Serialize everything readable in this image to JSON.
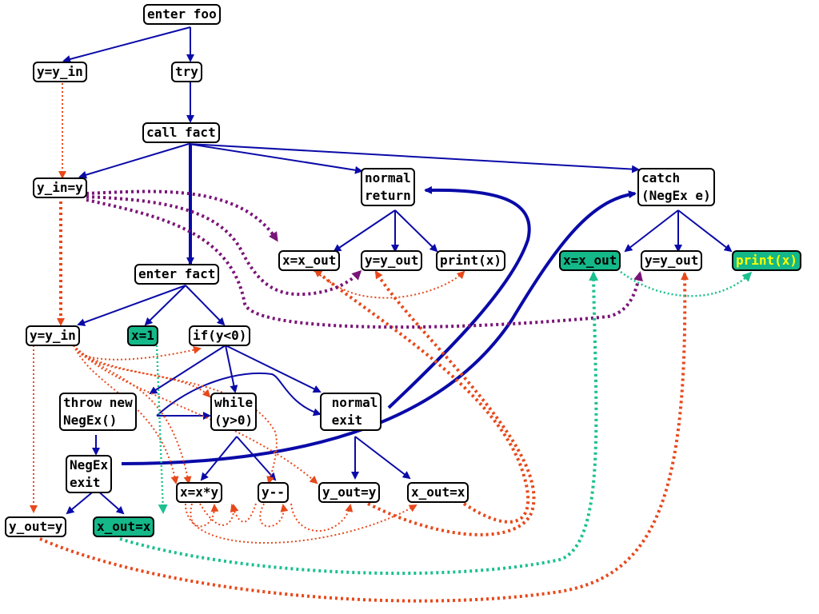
{
  "nodes": {
    "enter_foo": {
      "label": "enter foo"
    },
    "y_y_in_top": {
      "label": "y=y_in"
    },
    "try": {
      "label": "try"
    },
    "call_fact": {
      "label": "call fact"
    },
    "y_in_y": {
      "label": "y_in=y"
    },
    "normal_return": {
      "label": "normal\nreturn"
    },
    "catch": {
      "label": "catch\n(NegEx e)"
    },
    "x_x_out_a": {
      "label": "x=x_out"
    },
    "y_y_out_a": {
      "label": "y=y_out"
    },
    "print_a": {
      "label": "print(x)"
    },
    "x_x_out_b": {
      "label": "x=x_out"
    },
    "y_y_out_b": {
      "label": "y=y_out"
    },
    "print_b": {
      "label": "print(x)"
    },
    "enter_fact": {
      "label": "enter fact"
    },
    "y_y_in_mid": {
      "label": "y=y_in"
    },
    "x_1": {
      "label": "x=1"
    },
    "if_y": {
      "label": "if(y<0)"
    },
    "throw": {
      "label": "throw new\nNegEx()"
    },
    "while": {
      "label": "while\n(y>0)"
    },
    "normal_exit": {
      "label": " normal\n exit"
    },
    "negex_exit": {
      "label": "NegEx\nexit"
    },
    "x_xy": {
      "label": "x=x*y"
    },
    "y_dec": {
      "label": "y--"
    },
    "y_out_y_mid": {
      "label": "y_out=y"
    },
    "x_out_x_mid": {
      "label": "x_out=x"
    },
    "y_out_y_bot": {
      "label": "y_out=y"
    },
    "x_out_x_bot": {
      "label": "x_out=x"
    }
  },
  "colors": {
    "control_flow": "#0a0aa8",
    "data_flow_y": "#e8481a",
    "data_flow_param": "#7a1478",
    "data_flow_x": "#1cc08f",
    "highlight_fill": "#14b889",
    "highlight_text": "#ffff00"
  }
}
